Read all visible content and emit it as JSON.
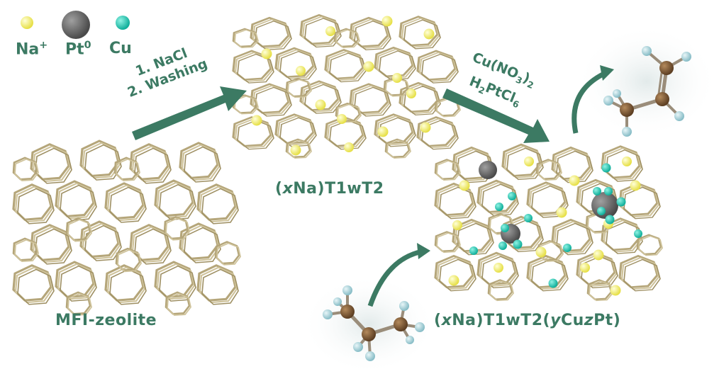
{
  "legend": {
    "na": {
      "label": "Na",
      "sup": "+",
      "color": "#f2ee70"
    },
    "pt": {
      "label": "Pt",
      "sup": "0",
      "color": "#6b6b6b"
    },
    "cu": {
      "label": "Cu",
      "color": "#1cc7b2"
    }
  },
  "stages": {
    "zeolite": "MFI-zeolite",
    "na_exchanged": {
      "open": "(",
      "x": "x",
      "rest": "Na)T1wT2"
    },
    "final": {
      "open": "(",
      "x": "x",
      "mid": "Na)T1wT2(",
      "y": "y",
      "cu": "Cu",
      "z": "z",
      "end": "Pt)"
    }
  },
  "step1": {
    "line1": "1. NaCl",
    "line2": "2. Washing"
  },
  "step2": {
    "line1_a": "Cu(NO",
    "line1_sub": "3",
    "line1_b": ")",
    "line1_sub2": "2",
    "line2_a": "H",
    "line2_sub": "2",
    "line2_b": "PtCl",
    "line2_sub2": "6"
  },
  "colors": {
    "accent": "#3c7a63",
    "framework": "#b5a67a",
    "carbon": "#7a5a3a",
    "hydrogen": "#a9d4dc"
  }
}
